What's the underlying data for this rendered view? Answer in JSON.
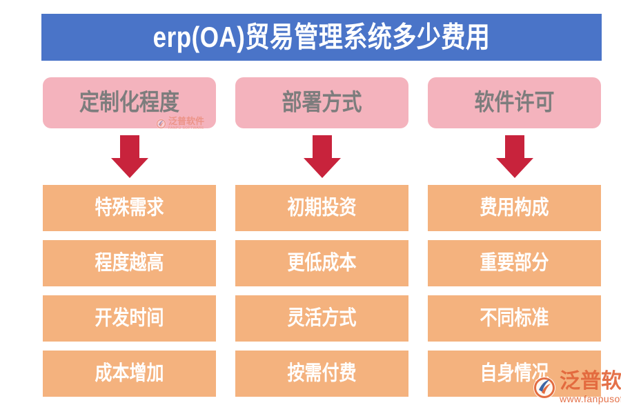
{
  "title": {
    "text": "erp(OA)贸易管理系统多少费用",
    "bg_color": "#4a74c8",
    "text_color": "#ffffff"
  },
  "colors": {
    "header_box": "#f4b3bd",
    "header_text": "#7d7d7d",
    "item_box": "#f4b27e",
    "item_text": "#ffffff",
    "arrow": "#c8233c",
    "background": "#ffffff",
    "watermark": "#e2663a"
  },
  "arrow": {
    "icon": "arrow-down-icon",
    "color": "#c8233c"
  },
  "columns": [
    {
      "header": "定制化程度",
      "items": [
        "特殊需求",
        "程度越高",
        "开发时间",
        "成本增加"
      ]
    },
    {
      "header": "部署方式",
      "items": [
        "初期投资",
        "更低成本",
        "灵活方式",
        "按需付费"
      ]
    },
    {
      "header": "软件许可",
      "items": [
        "费用构成",
        "重要部分",
        "不同标准",
        "自身情况"
      ]
    }
  ],
  "watermarks": {
    "small": {
      "cn": "泛普软件",
      "en": "FANPU SOFTWARE"
    },
    "large": {
      "cn": "泛普软件",
      "en": "www.fanpusoft.com"
    }
  }
}
